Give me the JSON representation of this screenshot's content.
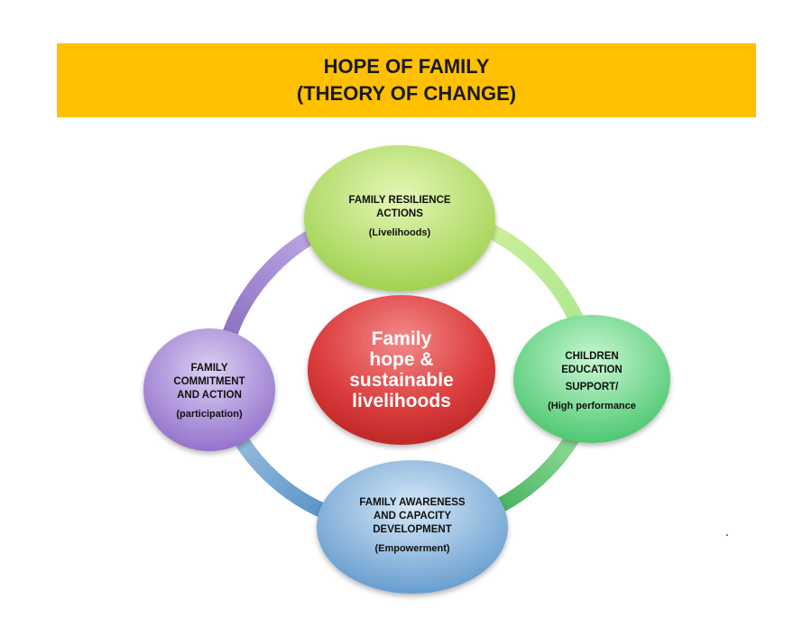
{
  "header": {
    "title_line1": "HOPE OF FAMILY",
    "title_line2": "(THEORY OF CHANGE)",
    "bg_color": "#ffc000"
  },
  "center": {
    "line1": "Family",
    "line2": "hope &",
    "line3": "sustainable",
    "line4": "livelihoods",
    "color": "#d93a3a"
  },
  "nodes": {
    "top": {
      "line1": "FAMILY RESILIENCE",
      "line2": "ACTIONS",
      "sub": "(Livelihoods)",
      "color": "#b6e06a"
    },
    "right": {
      "line1": "CHILDREN",
      "line2": "EDUCATION",
      "line3": "SUPPORT/",
      "sub": "(High performance",
      "color": "#6ee08e"
    },
    "bottom": {
      "line1": "FAMILY AWARENESS",
      "line2": "AND CAPACITY",
      "line3": "DEVELOPMENT",
      "sub": "(Empowerment)",
      "color": "#7fb2dc"
    },
    "left": {
      "line1": "FAMILY",
      "line2": "COMMITMENT",
      "line3": "AND ACTION",
      "sub": "(participation)",
      "color": "#a78ad8"
    }
  }
}
